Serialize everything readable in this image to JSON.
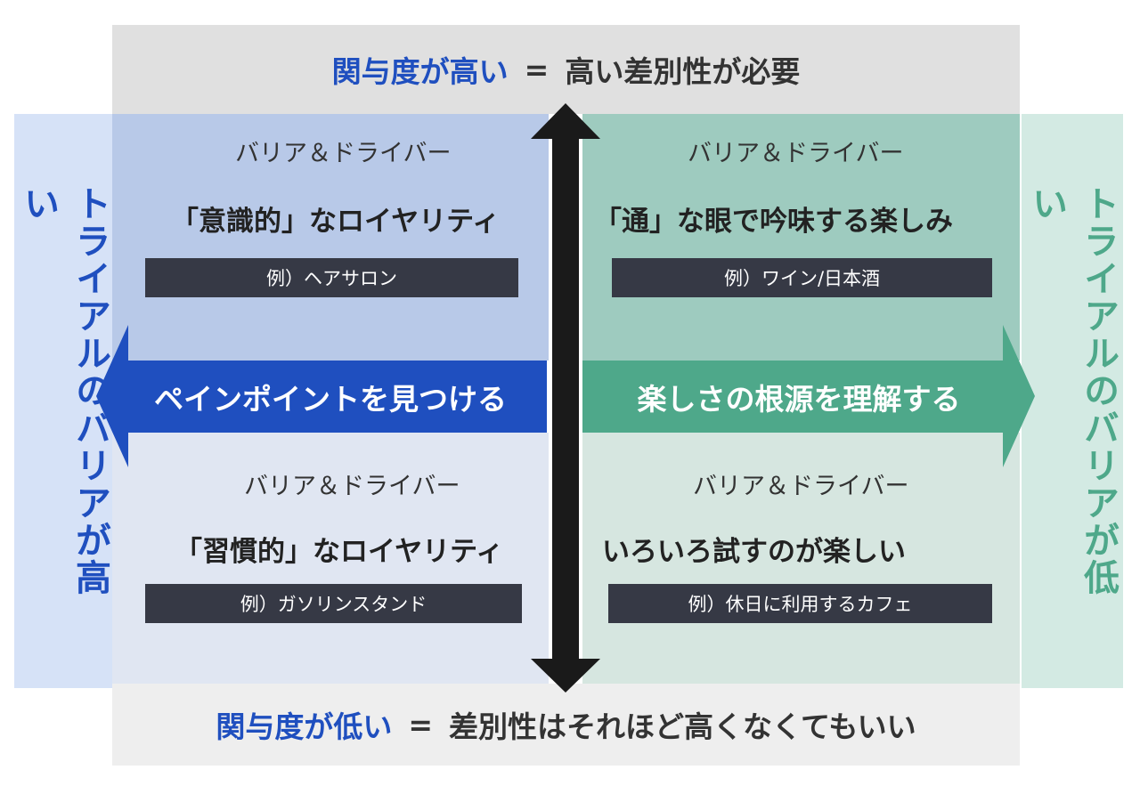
{
  "top": {
    "highlight": "関与度が高い",
    "equals": "=",
    "rest": "高い差別性が必要"
  },
  "bottom": {
    "highlight": "関与度が低い",
    "equals": "=",
    "rest": "差別性はそれほど高くなくてもいい"
  },
  "left_side": "トライアルのバリアが高い",
  "right_side": "トライアルのバリアが低い",
  "quadrants": {
    "top_left": {
      "subtitle": "バリア＆ドライバー",
      "heading": "「意識的」なロイヤリティ",
      "example": "例）ヘアサロン"
    },
    "top_right": {
      "subtitle": "バリア＆ドライバー",
      "heading": "「通」な眼で吟味する楽しみ",
      "example": "例）ワイン/日本酒"
    },
    "bottom_left": {
      "subtitle": "バリア＆ドライバー",
      "heading": "「習慣的」なロイヤリティ",
      "example": "例）ガソリンスタンド"
    },
    "bottom_right": {
      "subtitle": "バリア＆ドライバー",
      "heading": "いろいろ試すのが楽しい",
      "example": "例）休日に利用するカフェ"
    }
  },
  "arrows": {
    "left_label": "ペインポイントを見つける",
    "right_label": "楽しさの根源を理解する"
  },
  "colors": {
    "blue_accent": "#1f4fbf",
    "green_accent": "#4ea88a",
    "example_box": "#363945",
    "axis_arrow": "#1a1a1a"
  }
}
